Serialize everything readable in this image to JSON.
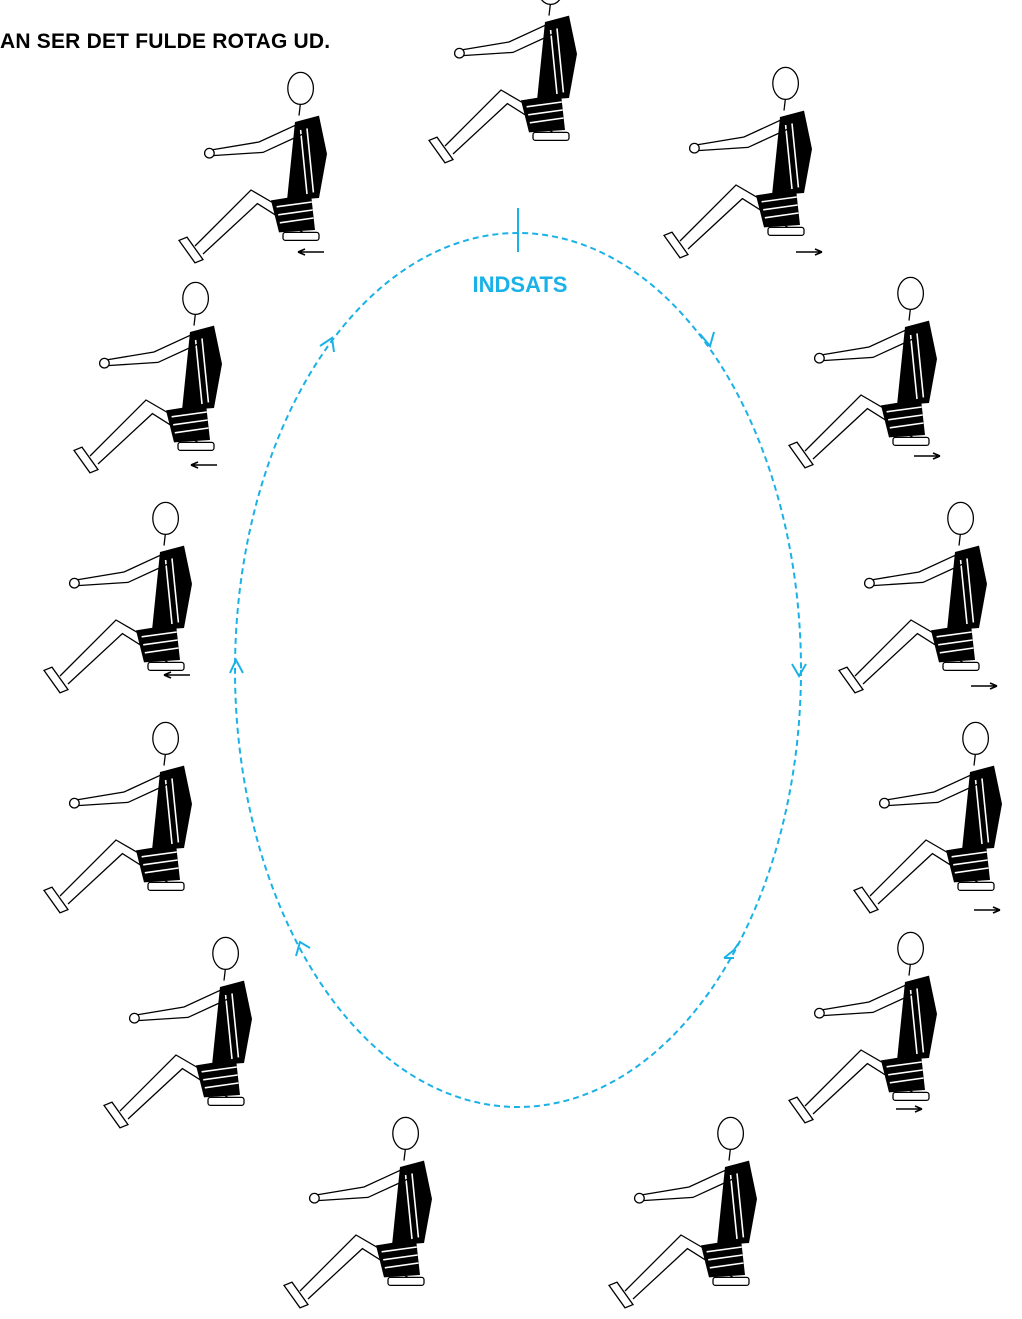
{
  "title": "AN SER DET FULDE ROTAG UD.",
  "cycle_label": "INDSATS",
  "colors": {
    "cycle": "#1ab2e6",
    "figure": "#000000",
    "background": "#ffffff"
  },
  "rowers": [
    {
      "id": "rower-top",
      "seat_arrow": "none"
    },
    {
      "id": "rower-upper-right",
      "seat_arrow": "right"
    },
    {
      "id": "rower-right-2",
      "seat_arrow": "right"
    },
    {
      "id": "rower-right-3",
      "seat_arrow": "right"
    },
    {
      "id": "rower-right-4",
      "seat_arrow": "right"
    },
    {
      "id": "rower-right-5",
      "seat_arrow": "right"
    },
    {
      "id": "rower-bottom-right",
      "seat_arrow": "none"
    },
    {
      "id": "rower-bottom-left",
      "seat_arrow": "none"
    },
    {
      "id": "rower-left-5",
      "seat_arrow": "none"
    },
    {
      "id": "rower-left-4",
      "seat_arrow": "none"
    },
    {
      "id": "rower-left-3",
      "seat_arrow": "left"
    },
    {
      "id": "rower-left-2",
      "seat_arrow": "left"
    },
    {
      "id": "rower-upper-left",
      "seat_arrow": "left"
    }
  ]
}
